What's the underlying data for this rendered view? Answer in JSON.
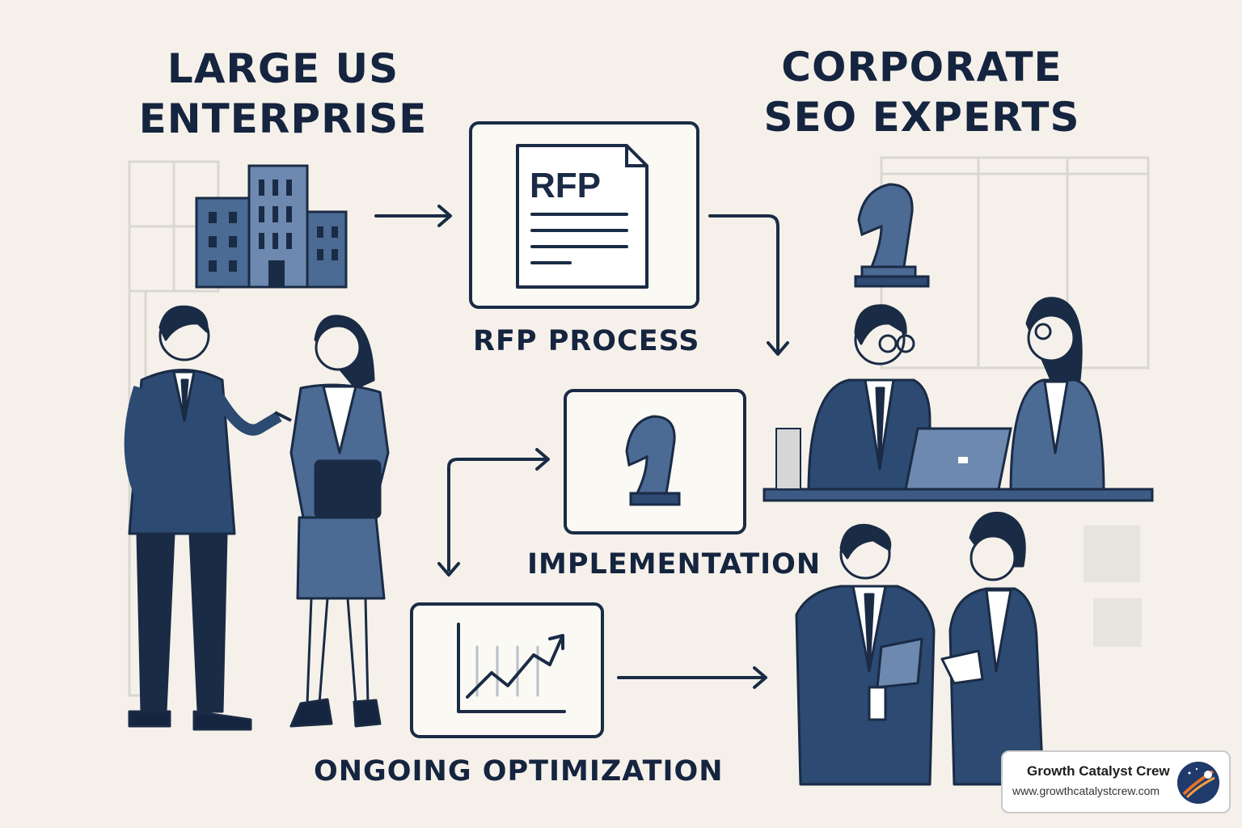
{
  "headings": {
    "left": [
      "LARGE US",
      "ENTERPRISE"
    ],
    "right": [
      "CORPORATE",
      "SEO EXPERTS"
    ]
  },
  "steps": {
    "rfp_label": "RFP PROCESS",
    "rfp_doc_title": "RFP",
    "implementation_label": "IMPLEMENTATION",
    "optimization_label": "ONGOING OPTIMIZATION"
  },
  "branding": {
    "name": "Growth Catalyst Crew",
    "url": "www.growthcatalystcrew.com"
  },
  "colors": {
    "ink": "#1a2b45",
    "figure_dark": "#2c4a72",
    "figure_mid": "#4b6a94",
    "background": "#f5f1ea"
  },
  "icons": [
    "office-building-icon",
    "rfp-document-icon",
    "chess-knight-icon",
    "growth-chart-icon",
    "laptop-icon"
  ]
}
